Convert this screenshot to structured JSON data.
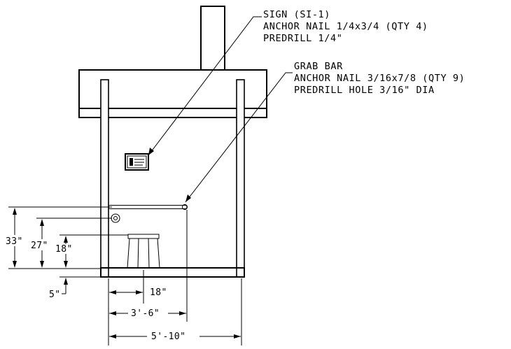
{
  "notes": {
    "sign": {
      "line1": "SIGN (SI-1)",
      "line2": "ANCHOR NAIL 1/4x3/4 (QTY 4)",
      "line3": "PREDRILL 1/4\""
    },
    "grab_bar": {
      "line1": "GRAB BAR",
      "line2": "ANCHOR NAIL 3/16x7/8 (QTY 9)",
      "line3": "PREDRILL HOLE 3/16\" DIA"
    }
  },
  "dimensions": {
    "d33": "33\"",
    "d27": "27\"",
    "d18v": "18\"",
    "d5": "5\"",
    "d18h": "18\"",
    "d3_6": "3'-6\"",
    "d5_10": "5'-10\""
  }
}
